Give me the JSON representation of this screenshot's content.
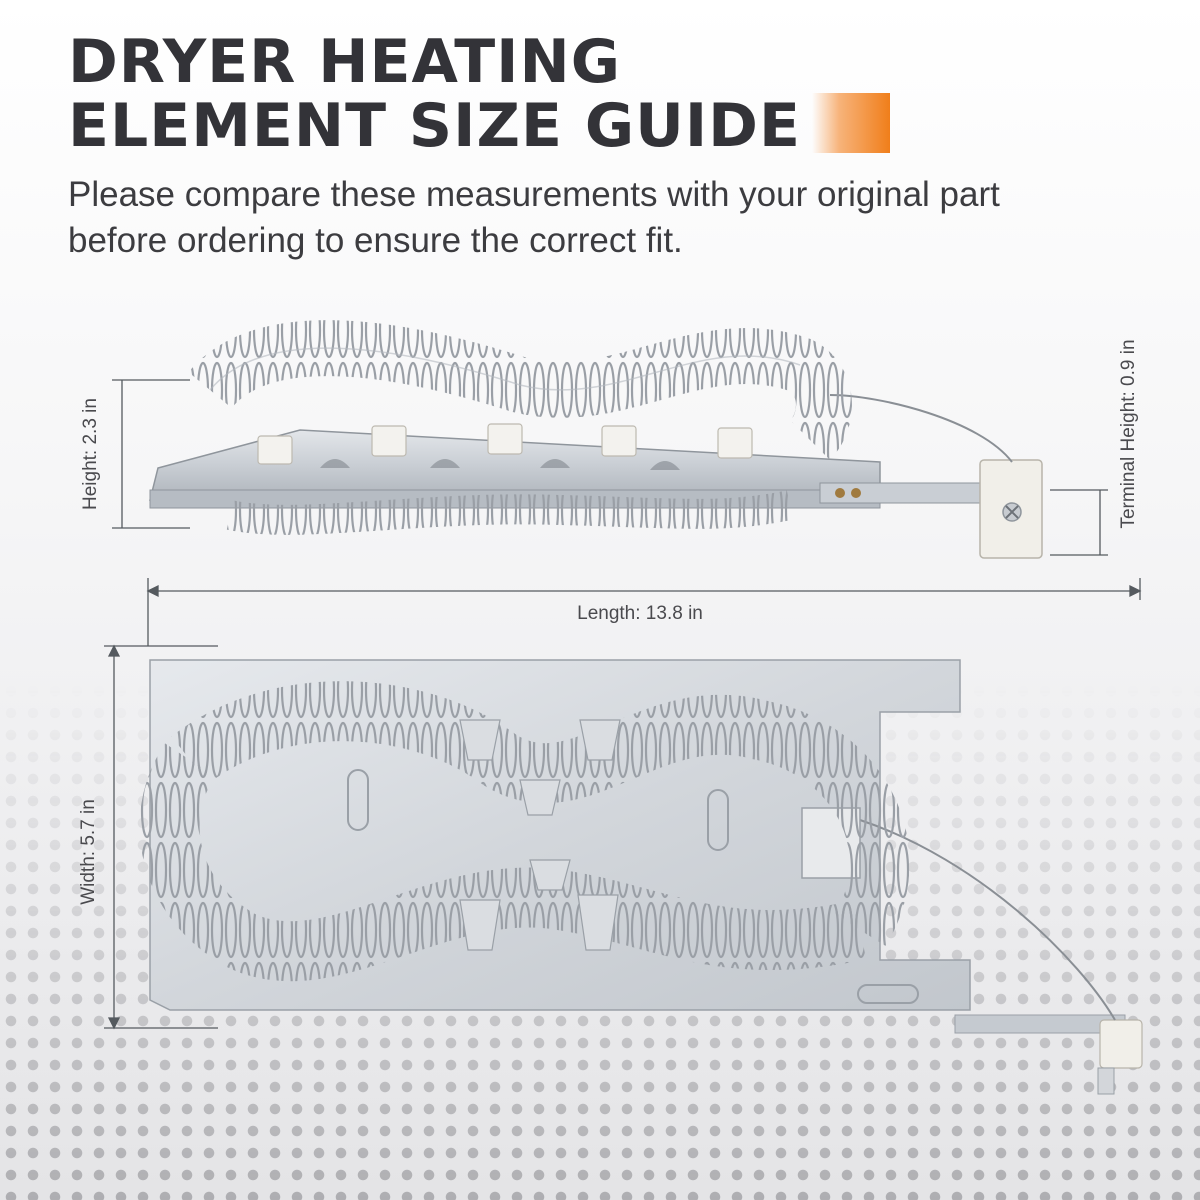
{
  "header": {
    "title_line1": "DRYER HEATING",
    "title_line2": "ELEMENT SIZE GUIDE",
    "accent_color": "#f07e1a",
    "subtitle_line1": "Please compare these measurements with your original part",
    "subtitle_line2": "before ordering to ensure the correct fit."
  },
  "dimensions": {
    "height": "Height: 2.3 in",
    "terminal_height": "Terminal Height: 0.9 in",
    "length": "Length: 13.8 in",
    "width": "Width: 5.7 in"
  },
  "images": {
    "side_view": "heating-element-side-view",
    "top_view": "heating-element-top-view"
  }
}
